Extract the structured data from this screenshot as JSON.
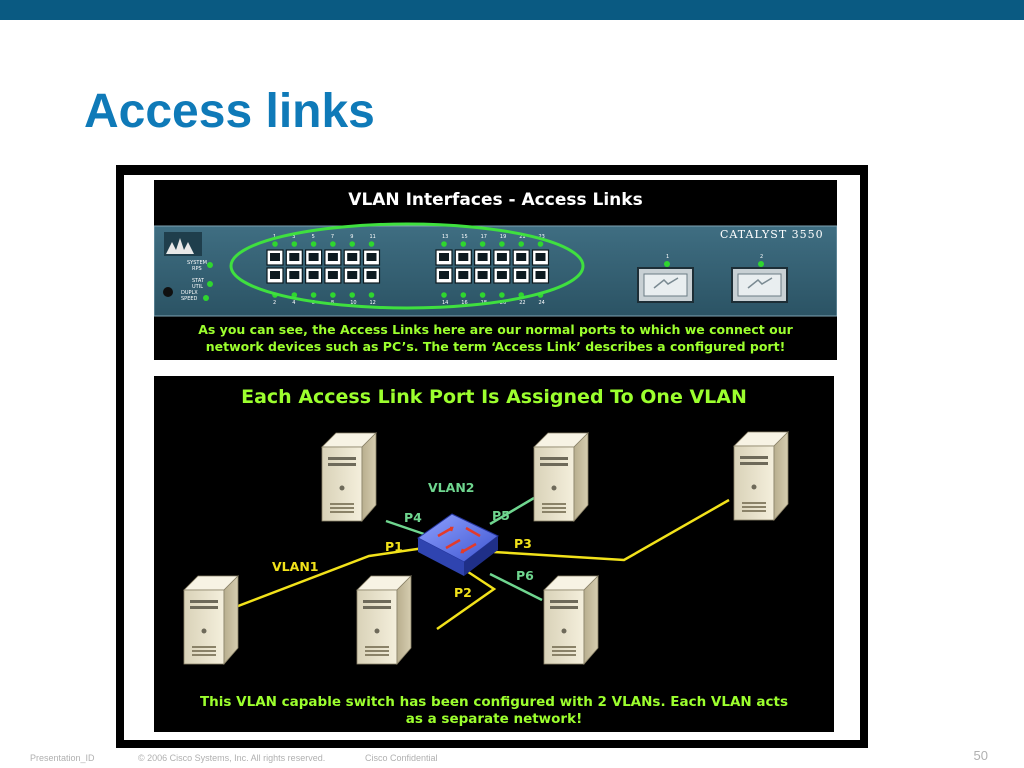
{
  "slide": {
    "title": "Access links",
    "page_number": "50"
  },
  "footer": {
    "presentation_id": "Presentation_ID",
    "copyright": "© 2006 Cisco Systems, Inc. All rights reserved.",
    "confidential": "Cisco Confidential"
  },
  "panel1": {
    "title": "VLAN Interfaces - Access Links",
    "brand": "CATALYST 3550",
    "caption_line1": "As you can see, the Access Links here are our normal ports to which we connect our",
    "caption_line2": "network devices such as PC’s. The term ‘Access Link’ describes a configured port!",
    "led_labels": [
      "SYSTEM",
      "RPS",
      "STAT",
      "UTIL",
      "DUPLX",
      "SPEED"
    ],
    "port_numbers_top_left": [
      "1",
      "3",
      "5",
      "7",
      "9",
      "11"
    ],
    "port_numbers_top_right": [
      "13",
      "15",
      "17",
      "19",
      "21",
      "23"
    ],
    "port_numbers_bottom_left": [
      "2",
      "4",
      "6",
      "8",
      "10",
      "12"
    ],
    "port_numbers_bottom_right": [
      "14",
      "16",
      "18",
      "20",
      "22",
      "24"
    ],
    "uplink_numbers": [
      "1",
      "2"
    ]
  },
  "panel2": {
    "title": "Each Access Link Port Is Assigned To One VLAN",
    "caption_line1": "This VLAN capable switch has been configured with 2 VLANs. Each VLAN acts",
    "caption_line2": "as a separate network!",
    "labels": {
      "vlan1": "VLAN1",
      "vlan2": "VLAN2",
      "p1": "P1",
      "p2": "P2",
      "p3": "P3",
      "p4": "P4",
      "p5": "P5",
      "p6": "P6"
    }
  },
  "colors": {
    "accent_blue": "#0f7ab8",
    "top_bar": "#0a5a82",
    "vlan1_link": "#f2e21a",
    "vlan2_link": "#6fd68f",
    "panel_text_green": "#9cff2e",
    "switch_blue": "#4a63d6"
  }
}
